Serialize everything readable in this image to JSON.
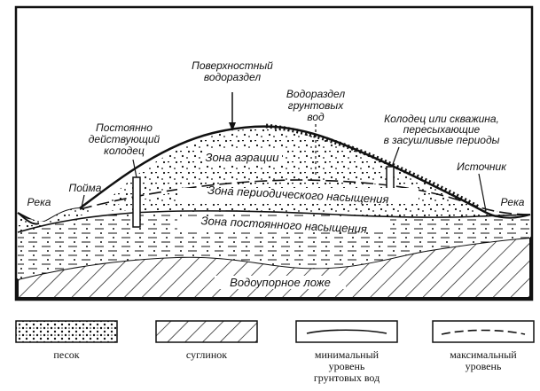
{
  "diagram": {
    "labels": {
      "surface_divide": [
        "Поверхностный",
        "водораздел"
      ],
      "groundwater_divide": [
        "Водораздел",
        "грунтовых",
        "вод"
      ],
      "permanent_well": [
        "Постоянно",
        "действующий",
        "колодец"
      ],
      "seasonal_well": [
        "Колодец или скважина,",
        "пересыхающие",
        "в засушливые периоды"
      ],
      "spring": "Источник",
      "floodplain": "Пойма",
      "river_left": "Река",
      "river_right": "Река"
    },
    "zones": {
      "aeration": "Зона аэрации",
      "periodic": "Зона периодического насыщения",
      "permanent": "Зона постоянного насыщения",
      "bed": "Водоупорное ложе"
    }
  },
  "legend": {
    "sand": "песок",
    "loam": "суглинок",
    "min_level": [
      "минимальный",
      "уровень",
      "грунтовых вод"
    ],
    "max_level": [
      "максимальный",
      "уровень"
    ]
  }
}
